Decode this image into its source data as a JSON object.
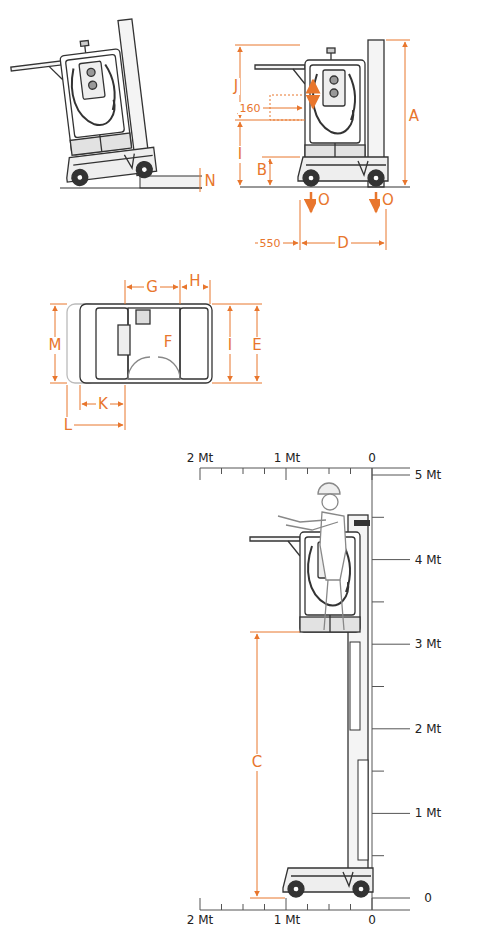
{
  "diagram": {
    "labels": [
      "N",
      "J",
      "A",
      "160",
      "I",
      "B",
      "O",
      "O",
      "550",
      "D",
      "G",
      "H",
      "M",
      "F",
      "I",
      "E",
      "K",
      "L",
      "2 Mt",
      "1 Mt",
      "0",
      "5 Mt",
      "4 Mt",
      "3 Mt",
      "C",
      "2 Mt",
      "1 Mt",
      "0",
      "2 Mt",
      "1 Mt",
      "0"
    ]
  }
}
